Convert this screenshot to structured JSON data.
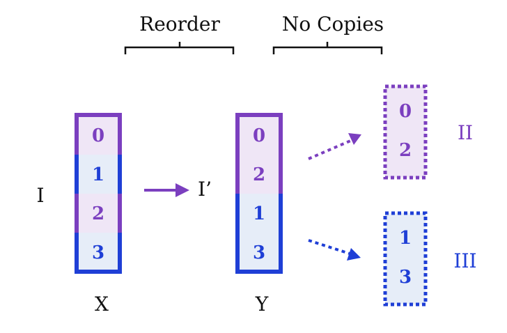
{
  "labels": {
    "reorder": "Reorder",
    "no_copies": "No Copies",
    "input": "I",
    "reordered": "I’",
    "x": "X",
    "y": "Y",
    "part2": "II",
    "part3": "III"
  },
  "column_x": [
    "0",
    "1",
    "2",
    "3"
  ],
  "column_y": [
    "0",
    "2",
    "1",
    "3"
  ],
  "box_ii": [
    "0",
    "2"
  ],
  "box_iii": [
    "1",
    "3"
  ],
  "colors": {
    "purple": "#7b3fbf",
    "blue": "#1f3fd6",
    "purple_fill": "#efe6f6",
    "blue_fill": "#e6edf8",
    "text": "#111111"
  }
}
